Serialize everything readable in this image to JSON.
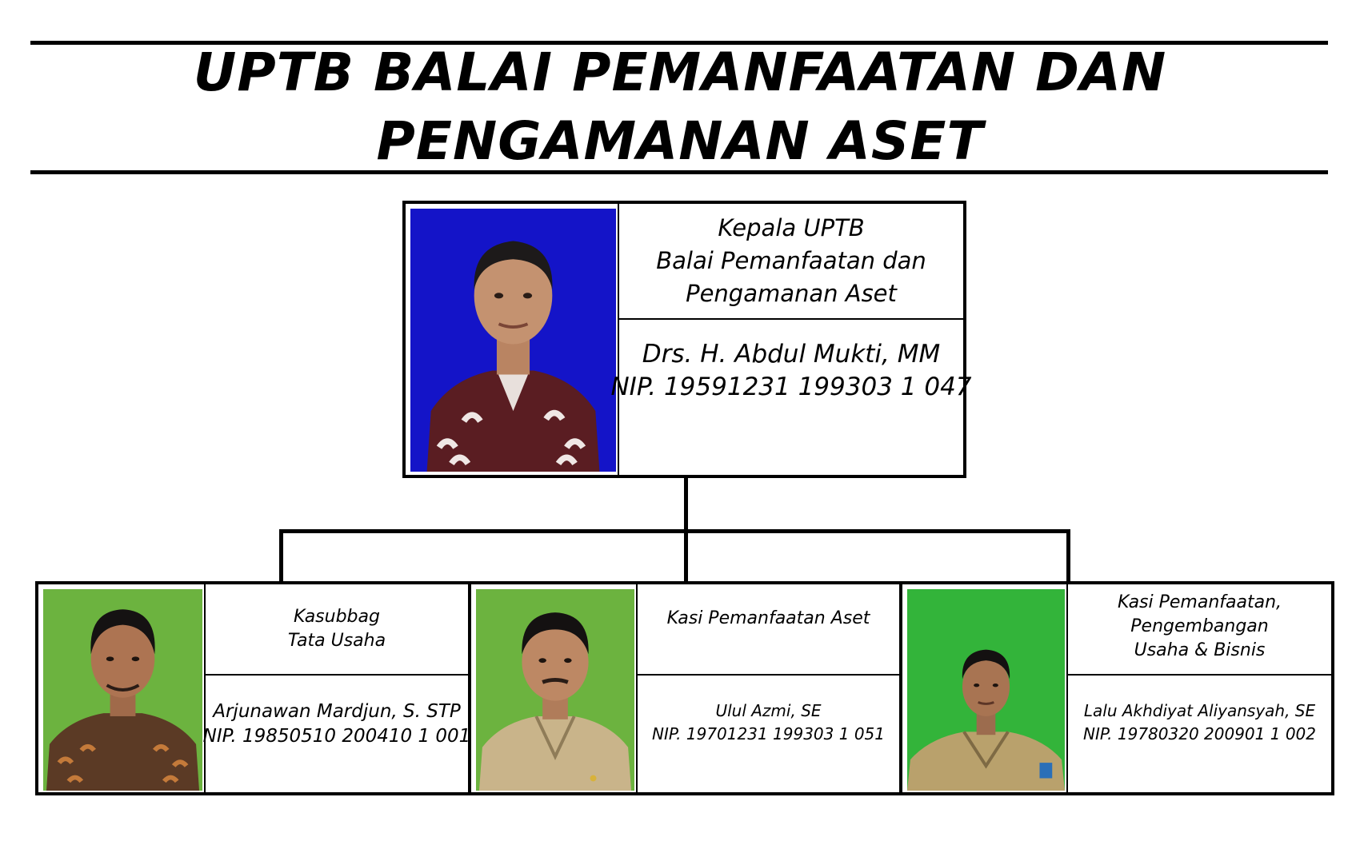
{
  "header": {
    "title_line1": "UPTB BALAI PEMANFAATAN DAN",
    "title_line2": "PENGAMANAN ASET"
  },
  "head": {
    "role_line1": "Kepala UPTB",
    "role_line2": "Balai Pemanfaatan dan",
    "role_line3": "Pengamanan Aset",
    "name": "Drs. H. Abdul Mukti, MM",
    "nip": "NIP. 19591231 199303 1 047",
    "photo_bg": "#1414c8",
    "photo": "portrait photo of man in batik shirt"
  },
  "members": [
    {
      "role_line1": "Kasubbag",
      "role_line2": "Tata Usaha",
      "name": "Arjunawan Mardjun, S. STP",
      "nip": "NIP. 19850510 200410 1 001",
      "photo_bg": "#6cb33f",
      "photo": "portrait photo of man in batik shirt"
    },
    {
      "role_line1": "Kasi Pemanfaatan Aset",
      "name": "Ulul Azmi, SE",
      "nip": "NIP. 19701231 199303 1 051",
      "photo_bg": "#6cb33f",
      "photo": "portrait photo of man in khaki uniform"
    },
    {
      "role_line1": "Kasi Pemanfaatan,",
      "role_line2": "Pengembangan",
      "role_line3": "Usaha & Bisnis",
      "name": "Lalu Akhdiyat Aliyansyah, SE",
      "nip": "NIP. 19780320 200901 1 002",
      "photo_bg": "#33b43a",
      "photo": "portrait photo of man in khaki uniform"
    }
  ]
}
